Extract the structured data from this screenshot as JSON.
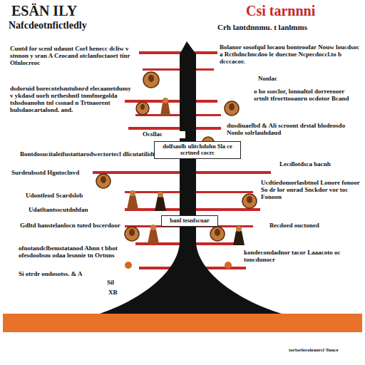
{
  "diagram": {
    "title": "ESÄN ILY",
    "nodes": [
      {
        "text": [
          "dolfsaolb ulitchdohn Sla ce scrtned cocrc"
        ]
      },
      {
        "text": [
          "banl tesnfscuar"
        ]
      }
    ],
    "labels": [
      "Nafcdeotnfictledly",
      "Csi tarnnni",
      "Crh lantdnnmu. t lanlmms",
      "Cuntd for scenl udaunt Corl henecc dcliw v stnnon y sran A Ceocand otclanfoctaoet tinr Ofnlocreoc",
      "dsdoruid borecotelsmtubnrd elecaanetdumy v ykdasd uorh nrtheshntl tnmfmegolda tshsdoanohn tnl cssnad n Trtnaorent bulsdaocartalond. and.",
      "Bontdosucitaleifustattarodwectortecl dlicutatilidtntehn",
      "Surdeubsstd Hgntoclnvd",
      "Udatltantsscutdnhfan",
      "Udontleod Scardslob",
      "Gdltd hanstelanlocn tuted bscerdoor",
      "ofnotandclbemstatanod Ahnn t bbot ofesdoobsm odaa lesnnie tn Ortnns",
      "Si otrdr ondosotss. & A",
      "Sil",
      "XB",
      "Bolanor sosofqul locaou bonteoofar Nouw loucdsoc a Rcthdnchncdoo le duectue Ncpecdoccl.to b dcccacor.",
      "Nonlac",
      "o bo ssoclor, lonnaltol dorreeooer srtnlt tfrorttooanrn ocdotor Bcand",
      "Ocsllac",
      "dusdiuaelbd & Ali scroont drstal blodeosdo Nonlo solrlauhdaud",
      "Lecdlotdsca bacnh",
      "Ucdtiedomorlasbtnol Lonore fonoor So dr lor onrad Snckdor vor toc Fonoon",
      "Becdoed ouctoned",
      "kondecondadnor tacor Laaacoto oc toncdunocr",
      "torlorferoleanrcl Tuuce"
    ]
  }
}
